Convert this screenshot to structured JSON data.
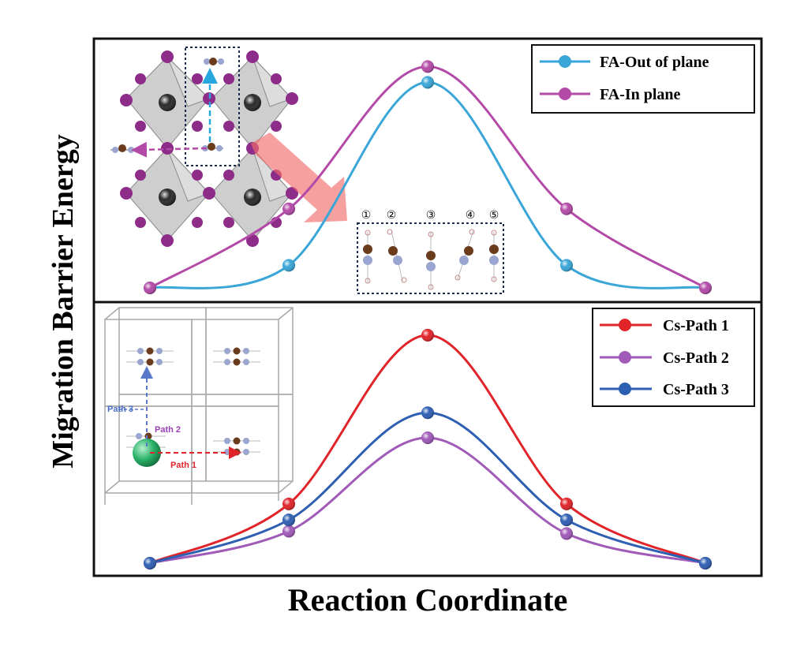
{
  "y_axis_label": "Migration Barrier Energy",
  "x_axis_label": "Reaction Coordinate",
  "chart_data": [
    {
      "type": "line",
      "panel": "top",
      "x": [
        0,
        1,
        2,
        3,
        4
      ],
      "series": [
        {
          "name": "FA-Out of plane",
          "color": "#3aa6d8",
          "values": [
            0.0,
            0.1,
            0.91,
            0.1,
            0.0
          ]
        },
        {
          "name": "FA-In plane",
          "color": "#b44aa8",
          "values": [
            0.0,
            0.35,
            0.98,
            0.35,
            0.0
          ]
        }
      ],
      "ylim": [
        0,
        1.1
      ],
      "legend": "top-right",
      "grid": false,
      "inset_step_labels": [
        "①",
        "②",
        "③",
        "④",
        "⑤"
      ]
    },
    {
      "type": "line",
      "panel": "bottom",
      "x": [
        0,
        1,
        2,
        3,
        4
      ],
      "series": [
        {
          "name": "Cs-Path 1",
          "color": "#e0242a",
          "values": [
            0.0,
            0.26,
            1.0,
            0.26,
            0.0
          ]
        },
        {
          "name": "Cs-Path 2",
          "color": "#a05ab8",
          "values": [
            0.0,
            0.14,
            0.55,
            0.13,
            0.0
          ]
        },
        {
          "name": "Cs-Path 3",
          "color": "#2f5fb3",
          "values": [
            0.0,
            0.19,
            0.66,
            0.19,
            0.0
          ]
        }
      ],
      "ylim": [
        0,
        1.1
      ],
      "legend": "top-right",
      "grid": false,
      "inset_path_labels": [
        "Path 1",
        "Path 2",
        "Path 3"
      ]
    }
  ]
}
